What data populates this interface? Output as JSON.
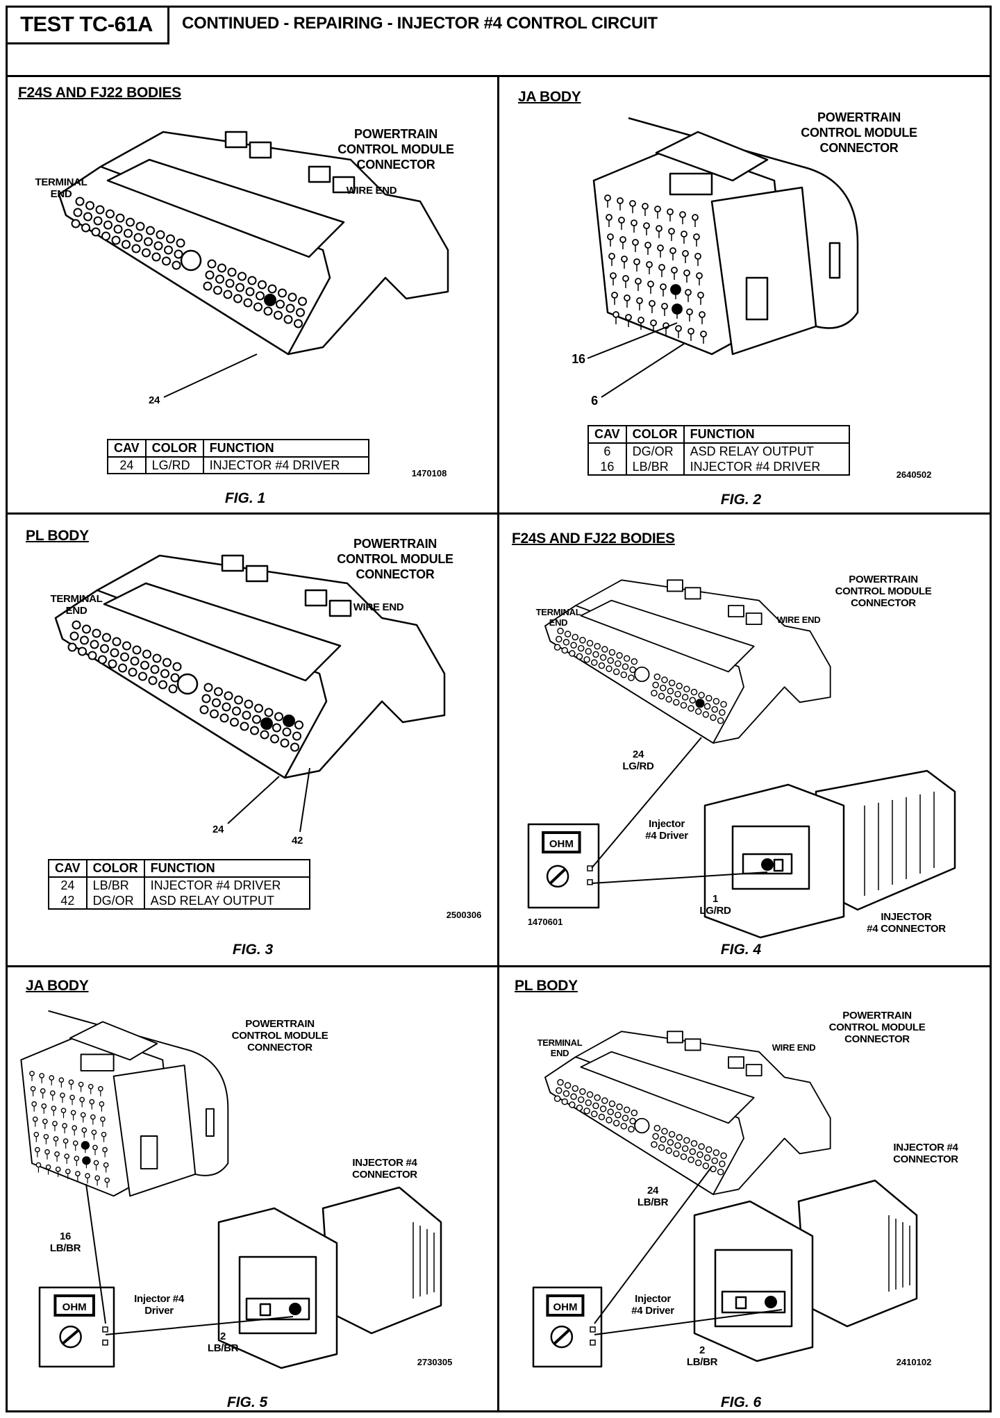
{
  "header": {
    "test_id": "TEST TC-61A",
    "title": "CONTINUED -  REPAIRING - INJECTOR #4 CONTROL CIRCUIT"
  },
  "figures": [
    {
      "title": "F24S AND FJ22 BODIES",
      "connector_label": [
        "POWERTRAIN",
        "CONTROL MODULE",
        "CONNECTOR"
      ],
      "terminal_end": [
        "TERMINAL",
        "END"
      ],
      "wire_end": "WIRE  END",
      "callouts": [
        "24"
      ],
      "table": {
        "headers": [
          "CAV",
          "COLOR",
          "FUNCTION"
        ],
        "rows": [
          [
            "24",
            "LG/RD",
            "INJECTOR #4 DRIVER"
          ]
        ]
      },
      "part_number": "1470108",
      "caption": "FIG. 1"
    },
    {
      "title": "JA BODY",
      "connector_label": [
        "POWERTRAIN",
        "CONTROL MODULE",
        "CONNECTOR"
      ],
      "callouts": [
        "16",
        "6"
      ],
      "table": {
        "headers": [
          "CAV",
          "COLOR",
          "FUNCTION"
        ],
        "rows": [
          [
            "6",
            "DG/OR",
            "ASD RELAY OUTPUT"
          ],
          [
            "16",
            "LB/BR",
            "INJECTOR #4 DRIVER"
          ]
        ]
      },
      "part_number": "2640502",
      "caption": "FIG. 2"
    },
    {
      "title": "PL BODY",
      "connector_label": [
        "POWERTRAIN",
        "CONTROL MODULE",
        "CONNECTOR"
      ],
      "terminal_end": [
        "TERMINAL",
        "END"
      ],
      "wire_end": "WIRE  END",
      "callouts": [
        "24",
        "42"
      ],
      "table": {
        "headers": [
          "CAV",
          "COLOR",
          "FUNCTION"
        ],
        "rows": [
          [
            "24",
            "LB/BR",
            "INJECTOR #4 DRIVER"
          ],
          [
            "42",
            "DG/OR",
            "ASD RELAY OUTPUT"
          ]
        ]
      },
      "part_number": "2500306",
      "caption": "FIG. 3"
    },
    {
      "title": "F24S AND FJ22 BODIES",
      "connector_label": [
        "POWERTRAIN",
        "CONTROL MODULE",
        "CONNECTOR"
      ],
      "terminal_end": [
        "TERMINAL",
        "END"
      ],
      "wire_end": "WIRE  END",
      "pcm_pin": [
        "24",
        "LG/RD"
      ],
      "driver_label": [
        "Injector",
        "#4 Driver"
      ],
      "injector_pin": [
        "1",
        "LG/RD"
      ],
      "injector_label": [
        "INJECTOR",
        "#4 CONNECTOR"
      ],
      "meter_label": "OHM",
      "part_number": "1470601",
      "caption": "FIG. 4"
    },
    {
      "title": "JA BODY",
      "connector_label": [
        "POWERTRAIN",
        "CONTROL MODULE",
        "CONNECTOR"
      ],
      "injector_label": [
        "INJECTOR #4",
        "CONNECTOR"
      ],
      "pcm_pin": [
        "16",
        "LB/BR"
      ],
      "driver_label": [
        "Injector #4",
        "Driver"
      ],
      "injector_pin": [
        "2",
        "LB/BR"
      ],
      "meter_label": "OHM",
      "part_number": "2730305",
      "caption": "FIG. 5"
    },
    {
      "title": "PL BODY",
      "connector_label": [
        "POWERTRAIN",
        "CONTROL MODULE",
        "CONNECTOR"
      ],
      "terminal_end": [
        "TERMINAL",
        "END"
      ],
      "wire_end": "WIRE  END",
      "injector_label": [
        "INJECTOR #4",
        "CONNECTOR"
      ],
      "pcm_pin": [
        "24",
        "LB/BR"
      ],
      "driver_label": [
        "Injector",
        "#4 Driver"
      ],
      "injector_pin": [
        "2",
        "LB/BR"
      ],
      "meter_label": "OHM",
      "part_number": "2410102",
      "caption": "FIG. 6"
    }
  ]
}
